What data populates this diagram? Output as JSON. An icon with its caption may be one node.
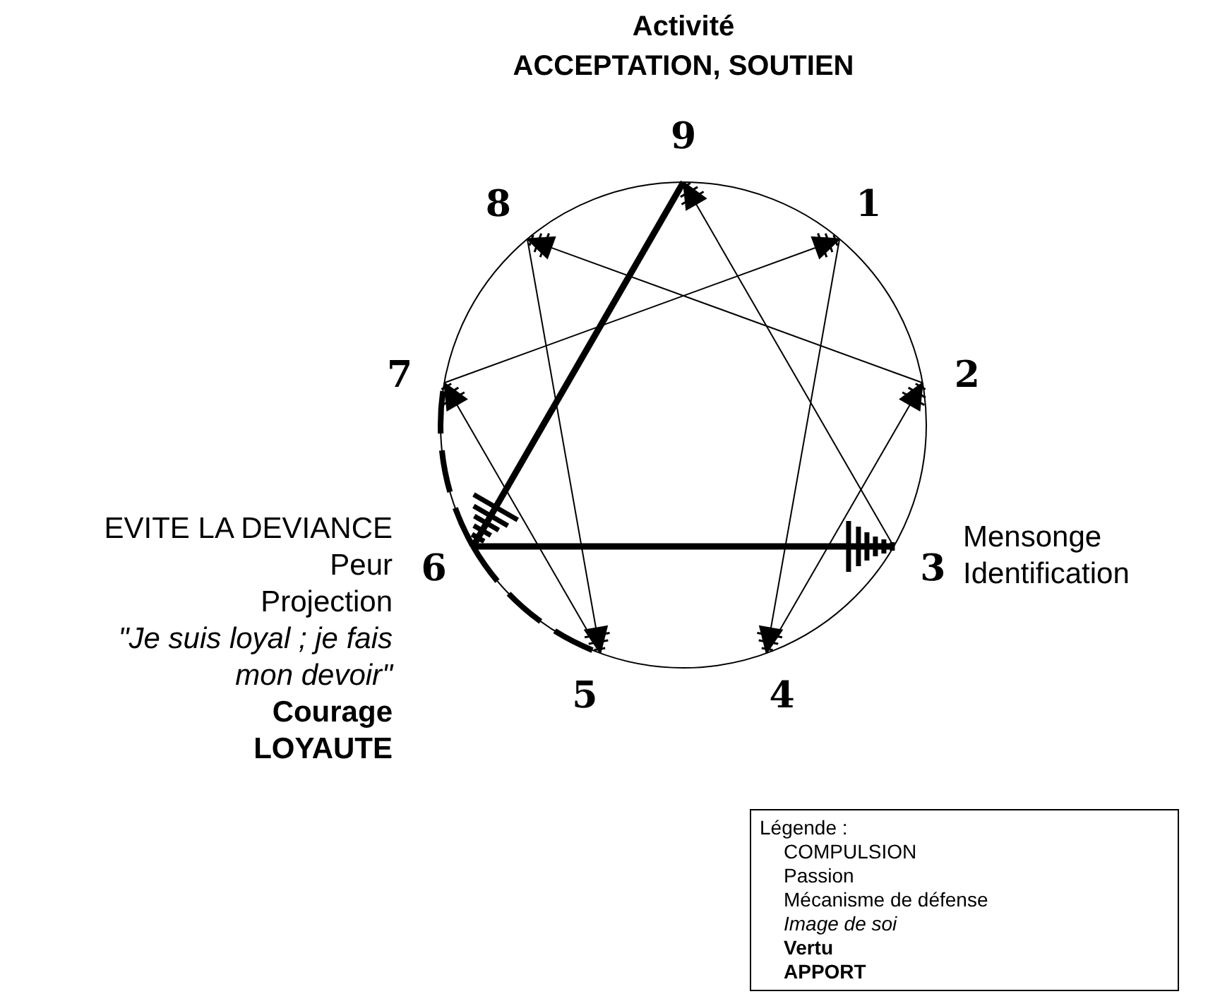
{
  "diagram": {
    "nodes": [
      {
        "text": [
          "9"
        ],
        "beside": [
          "Activité",
          "ACCEPTATION, SOUTIEN"
        ]
      },
      {
        "text": [
          "8"
        ]
      },
      {
        "text": [
          "1"
        ]
      },
      {
        "text": [
          "7"
        ]
      },
      {
        "text": [
          "2"
        ]
      },
      {
        "text": [
          "6"
        ],
        "beside": [
          "EVITE LA DEVIANCE",
          "Peur",
          "Projection",
          "\"Je suis loyal ; je fais mon devoir\"",
          "Courage",
          "LOYAUTE"
        ]
      },
      {
        "text": [
          "3"
        ],
        "beside": [
          "Mensonge",
          "Identification"
        ]
      },
      {
        "text": [
          "5"
        ]
      },
      {
        "text": [
          "4"
        ]
      },
      {
        "text": [
          "Légende :",
          "COMPULSION",
          "Passion",
          "Mécanisme de défense",
          "Image de soi",
          "Vertu",
          "APPORT"
        ]
      }
    ],
    "edges": [
      {
        "from": 2,
        "to": 8,
        "arrow": "to"
      },
      {
        "from": 8,
        "to": 4,
        "arrow": "to"
      },
      {
        "from": 4,
        "to": 1,
        "arrow": "to"
      },
      {
        "from": 1,
        "to": 7,
        "arrow": "to"
      },
      {
        "from": 7,
        "to": 3,
        "arrow": "to"
      },
      {
        "from": 3,
        "to": 2,
        "arrow": "to"
      },
      {
        "from": 0,
        "to": 5,
        "arrow": "to",
        "style": "thick"
      },
      {
        "from": 5,
        "to": 6,
        "arrow": "to",
        "style": "thick"
      },
      {
        "from": 6,
        "to": 0,
        "arrow": "to"
      },
      {
        "from": 5,
        "to": 3,
        "arrow": "none",
        "style": "dashed"
      },
      {
        "from": 5,
        "to": 7,
        "arrow": "none",
        "style": "dashed"
      }
    ]
  }
}
